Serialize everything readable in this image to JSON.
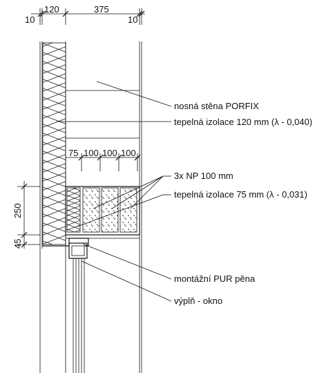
{
  "dimensions": {
    "top": [
      "10",
      "120",
      "375",
      "10"
    ],
    "left": [
      "250",
      "45"
    ],
    "np_widths": [
      "75",
      "100",
      "100",
      "100"
    ]
  },
  "labels": {
    "wall": "nosná stěna PORFIX",
    "insulation_120": "tepelná izolace 120 mm (λ - 0,040)",
    "np": "3x NP 100 mm",
    "insulation_75": "tepelná izolace 75 mm (λ - 0,031)",
    "foam": "montážní PUR pěna",
    "window": "výplň - okno"
  },
  "colors": {
    "line": "#111111",
    "background": "#ffffff"
  }
}
